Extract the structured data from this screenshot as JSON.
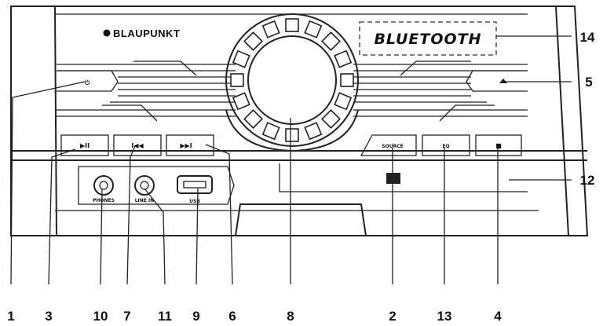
{
  "device": {
    "brand": "BLAUPUNKT",
    "display_text": "BLUETOOTH"
  },
  "buttons": {
    "play_pause": "▶II",
    "prev": "I◀◀",
    "next": "▶▶I",
    "source": "SOURCE",
    "mode": "EQ",
    "stop": "■"
  },
  "ports": {
    "phones": "PHONES",
    "line_in": "LINE IN",
    "usb": "USB"
  },
  "callouts": {
    "c1": "1",
    "c3": "3",
    "c10": "10",
    "c7": "7",
    "c11": "11",
    "c9": "9",
    "c6": "6",
    "c8": "8",
    "c2": "2",
    "c13": "13",
    "c4": "4",
    "c5": "5",
    "c12": "12",
    "c14": "14"
  }
}
